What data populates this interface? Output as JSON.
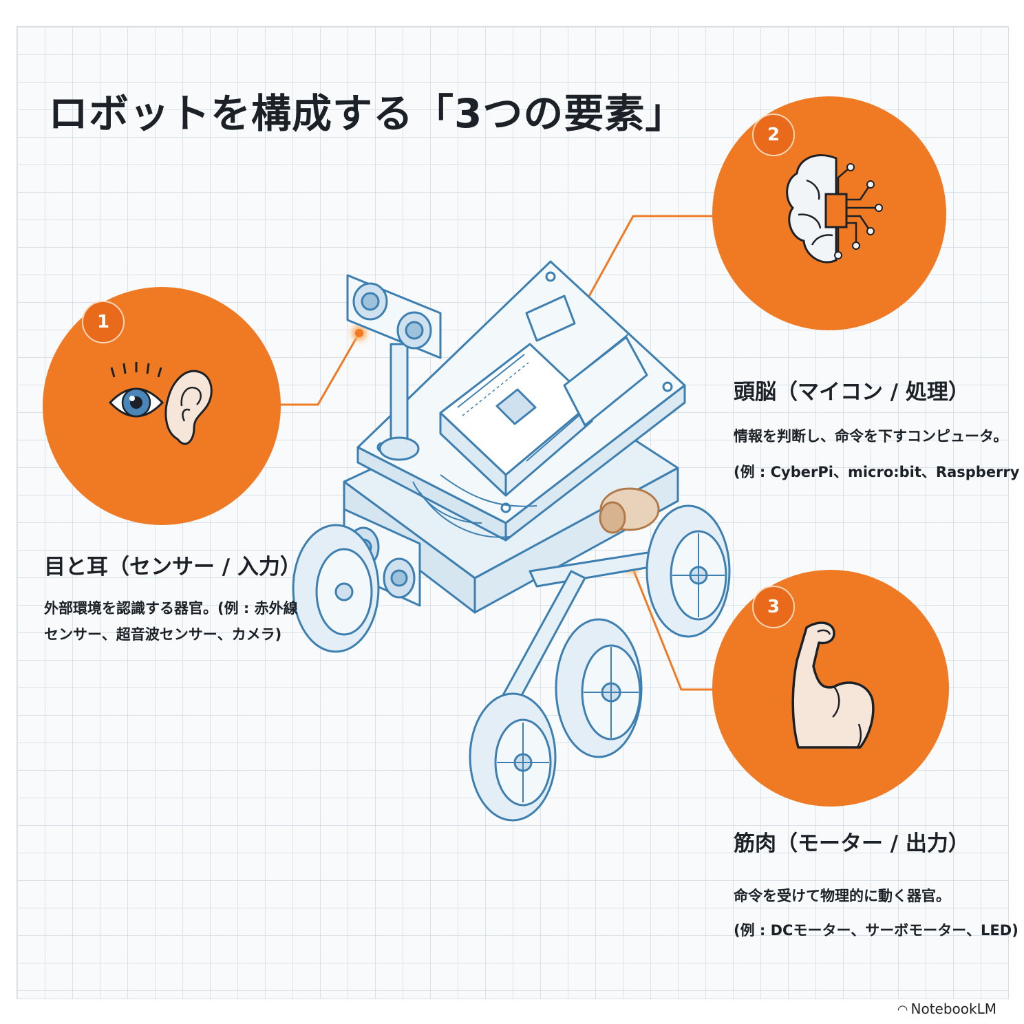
{
  "title": "ロボットを構成する「3つの要素」",
  "colors": {
    "accent": "#f07a24",
    "badge": "#e86a1a",
    "blueprint": "#3c7fb0",
    "grid": "#d9e2e8",
    "text": "#1b2126"
  },
  "elements": [
    {
      "number": "1",
      "icons": [
        "eye-icon",
        "ear-icon"
      ],
      "heading": "目と耳（センサー / 入力）",
      "desc": [
        "外部環境を認識する器官。(例 : 赤外線",
        "センサー、超音波センサー、カメラ)"
      ]
    },
    {
      "number": "2",
      "icons": [
        "brain-chip-icon"
      ],
      "heading": "頭脳（マイコン / 処理）",
      "desc": [
        "情報を判断し、命令を下すコンピュータ。",
        "(例 : CyberPi、micro:bit、Raspberry Pi)"
      ]
    },
    {
      "number": "3",
      "icons": [
        "flexed-arm-icon"
      ],
      "heading": "筋肉（モーター / 出力）",
      "desc": [
        "命令を受けて物理的に動く器官。",
        "(例 : DCモーター、サーボモーター、LED)"
      ]
    }
  ],
  "footer": {
    "brand": "NotebookLM"
  }
}
